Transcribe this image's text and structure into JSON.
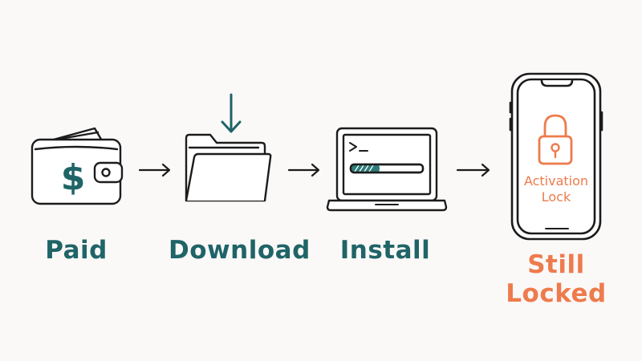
{
  "steps": [
    {
      "label": "Paid",
      "icon": "wallet-dollar-icon"
    },
    {
      "label": "Download",
      "icon": "folder-download-icon"
    },
    {
      "label": "Install",
      "icon": "laptop-progress-icon"
    },
    {
      "label": "Still Locked",
      "icon": "phone-lock-icon"
    }
  ],
  "phone": {
    "lock_line1": "Activation",
    "lock_line2": "Lock"
  },
  "install_progress": 0.4,
  "colors": {
    "ink": "#1c1c1c",
    "teal": "#1f6467",
    "teal_accent": "#2c7d7a",
    "orange": "#ee7b4c",
    "background": "#fbf8f8"
  }
}
